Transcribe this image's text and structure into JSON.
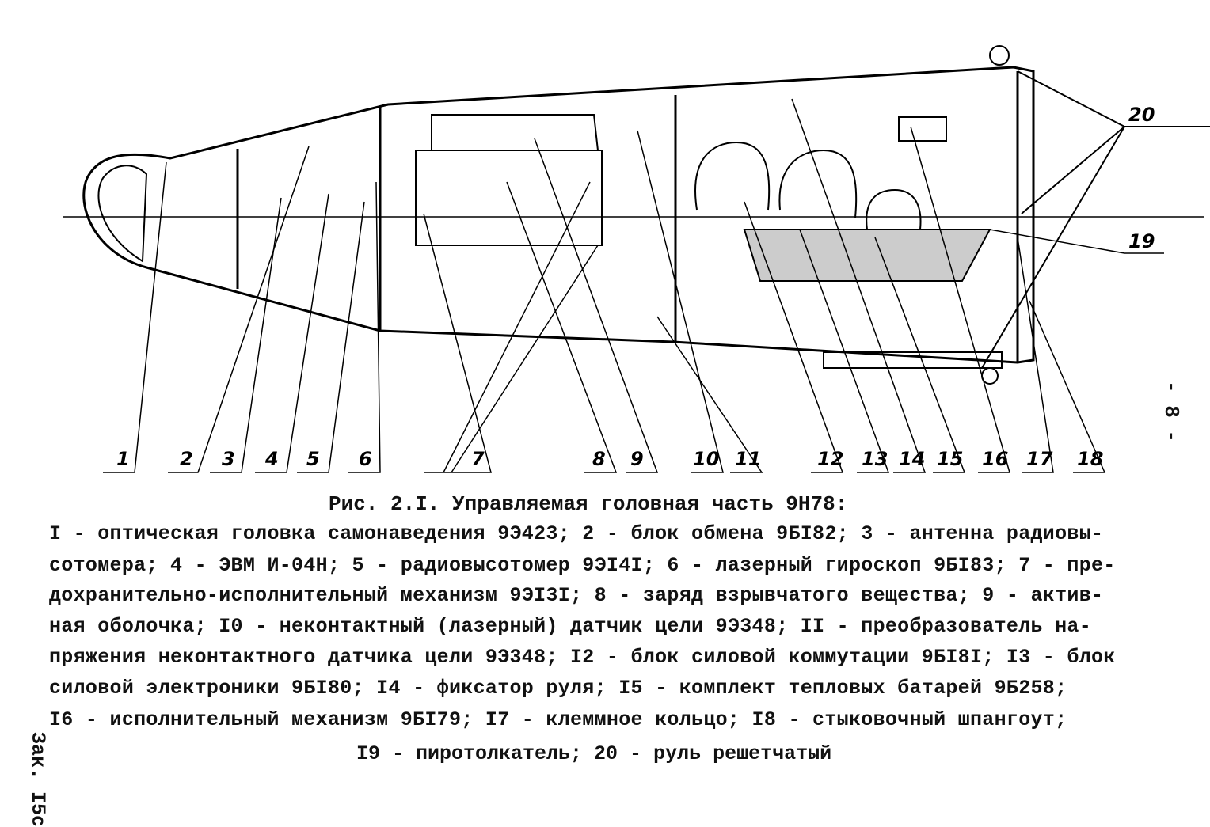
{
  "diagram": {
    "labels": [
      "1",
      "2",
      "3",
      "4",
      "5",
      "6",
      "7",
      "8",
      "9",
      "10",
      "11",
      "12",
      "13",
      "14",
      "15",
      "16",
      "17",
      "18",
      "19",
      "20"
    ]
  },
  "caption": {
    "title": "Рис. 2.I. Управляемая головная часть 9Н78:",
    "lines": [
      "I - оптическая головка самонаведения 9Э423; 2 - блок обмена 9БI82; 3 - антенна радиовы-",
      "сотомера; 4 - ЭВМ И-04Н; 5 - радиовысотомер 9ЭI4I; 6 - лазерный гироскоп 9БI83; 7 - пре-",
      "дохранительно-исполнительный механизм 9ЭI3I; 8 - заряд взрывчатого вещества; 9 - актив-",
      "ная оболочка; I0 - неконтактный (лазерный) датчик цели 9Э348; II - преобразователь на-",
      "пряжения неконтактного датчика цели 9Э348; I2 - блок силовой коммутации 9БI8I; I3 - блок",
      "силовой электроники 9БI80; I4 - фиксатор руля; I5 - комплект тепловых батарей 9Б258;",
      "I6 - исполнительный механизм 9БI79; I7 - клеммное кольцо; I8 - стыковочный шпангоут;"
    ],
    "last_line": "I9 - пиротолкатель; 20 - руль решетчатый"
  },
  "margin": {
    "order_mark": "Зак. I5с",
    "page_number": "- 8 -"
  }
}
